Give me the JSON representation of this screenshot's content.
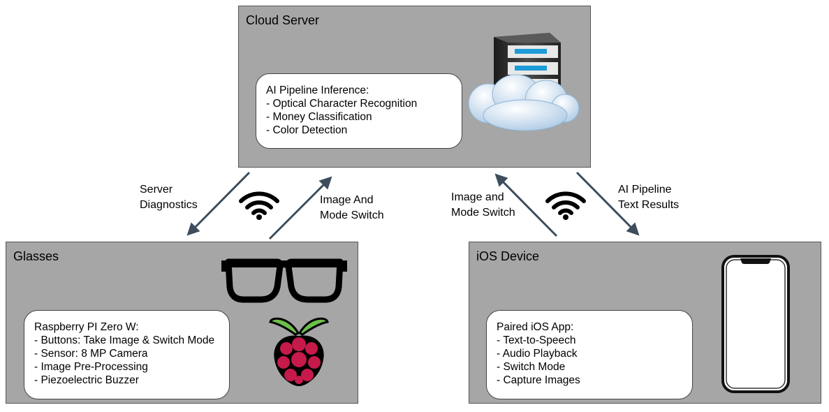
{
  "cloud": {
    "title": "Cloud Server",
    "card": {
      "heading": "AI Pipeline Inference:",
      "items": [
        "- Optical Character Recognition",
        "- Money Classification",
        "- Color Detection"
      ]
    }
  },
  "glasses": {
    "title": "Glasses",
    "card": {
      "heading": "Raspberry PI Zero W:",
      "items": [
        "- Buttons: Take Image & Switch Mode",
        "- Sensor: 8 MP Camera",
        "- Image Pre-Processing",
        "- Piezoelectric Buzzer"
      ]
    }
  },
  "ios": {
    "title": "iOS Device",
    "card": {
      "heading": "Paired iOS App:",
      "items": [
        "- Text-to-Speech",
        "- Audio Playback",
        "- Switch Mode",
        "- Capture Images"
      ]
    }
  },
  "arrows": {
    "server_diagnostics": [
      "Server",
      "Diagnostics"
    ],
    "image_mode_switch_left": [
      "Image And",
      "Mode Switch"
    ],
    "image_mode_switch_right": [
      "Image and",
      "Mode Switch"
    ],
    "ai_pipeline_results": [
      "AI Pipeline",
      "Text Results"
    ]
  },
  "icons": [
    "server-cloud-icon",
    "glasses-icon",
    "raspberry-pi-icon",
    "smartphone-icon",
    "wifi-icon"
  ],
  "colors": {
    "panel": "#a6a6a6",
    "arrow": "#3d4d5c",
    "raspberry": "#c51a4a",
    "leaf": "#6cc04a"
  }
}
